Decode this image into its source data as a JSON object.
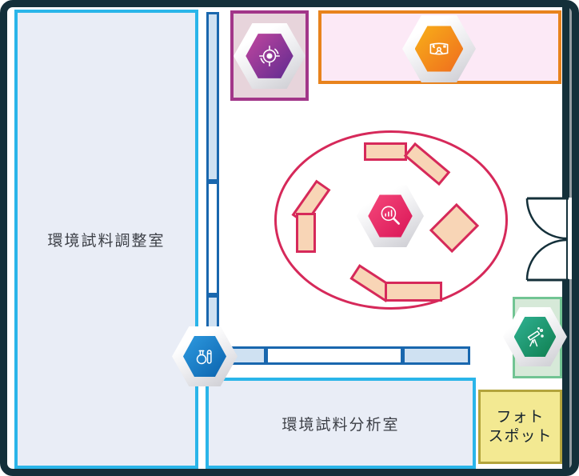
{
  "map": {
    "rooms": {
      "prep": {
        "label": "環境試料調整室"
      },
      "analysis": {
        "label": "環境試料分析室"
      }
    },
    "photo_spot": {
      "line1": "フォト",
      "line2": "スポット"
    },
    "badges": [
      {
        "name": "prep-room-badge",
        "icon": "target-scope-icon",
        "color_from": "#c2479f",
        "color_to": "#5e2a90"
      },
      {
        "name": "theater-badge",
        "icon": "screen-presenter-icon",
        "color_from": "#f8b019",
        "color_to": "#ef6c1e"
      },
      {
        "name": "analysis-badge",
        "icon": "magnifier-chart-icon",
        "color_from": "#f5487b",
        "color_to": "#d91556"
      },
      {
        "name": "chemistry-badge",
        "icon": "flask-test-tube-icon",
        "color_from": "#2e9ae0",
        "color_to": "#0b63ad"
      },
      {
        "name": "telescope-badge",
        "icon": "telescope-icon",
        "color_from": "#30b293",
        "color_to": "#0f7e4f"
      }
    ],
    "colors": {
      "outer_border": "#14303a",
      "room_border": "#2ab5e9",
      "room_fill": "#e9edf6",
      "wall_fill": "#cfe1f2",
      "wall_border": "#1967ae",
      "ellipse_accent": "#d6295a",
      "table_fill": "#f8d5b6",
      "purple_box_border": "#a23689",
      "purple_box_fill": "#e7d4db",
      "pink_box_fill": "#fce9f6",
      "orange_box_border": "#e8831d",
      "green_box_border": "#71c493",
      "green_box_fill": "#d6e9d8",
      "photo_fill": "#f3e992",
      "photo_border": "#b3a43c"
    }
  }
}
